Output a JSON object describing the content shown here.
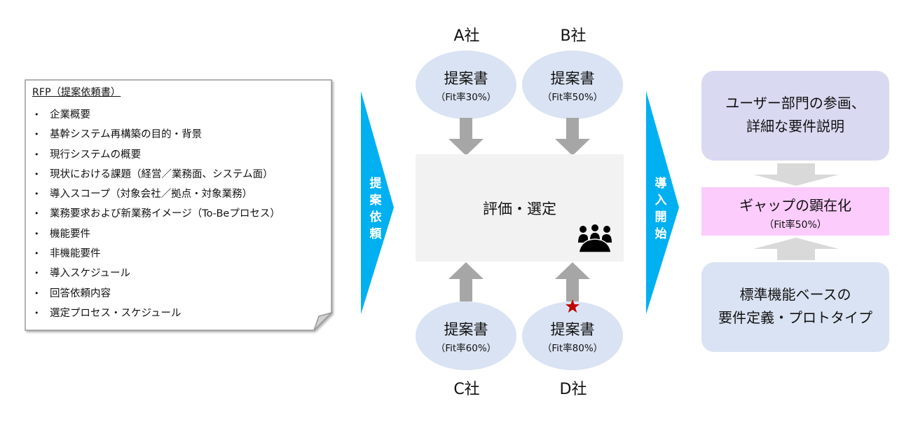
{
  "rfp": {
    "title": "RFP（提案依頼書）",
    "bullet": "•",
    "items": [
      "企業概要",
      "基幹システム再構築の目的・背景",
      "現行システムの概要",
      "現状における課題（経営／業務面、システム面）",
      "導入スコープ（対象会社／拠点・対象業務）",
      "業務要求および新業務イメージ（To-Beプロセス）",
      "機能要件",
      "非機能要件",
      "導入スケジュール",
      "回答依頼内容",
      "選定プロセス・スケジュール"
    ]
  },
  "chevron_request": {
    "chars": [
      "提",
      "案",
      "依",
      "頼"
    ],
    "color": "#00b0f0"
  },
  "chevron_start": {
    "chars": [
      "導",
      "入",
      "開",
      "始"
    ],
    "color": "#00b0f0"
  },
  "companies": [
    {
      "name": "A社",
      "doc": "提案書",
      "fit": "（Fit率30%）",
      "highlight": false
    },
    {
      "name": "B社",
      "doc": "提案書",
      "fit": "（Fit率50%）",
      "highlight": false
    },
    {
      "name": "C社",
      "doc": "提案書",
      "fit": "（Fit率60%）",
      "highlight": false
    },
    {
      "name": "D社",
      "doc": "提案書",
      "fit": "（Fit率80%）",
      "highlight": true
    }
  ],
  "evaluation": {
    "label": "評価・選定",
    "icon": "meeting-group-icon"
  },
  "right": {
    "user_box": {
      "line1": "ユーザー部門の参画、",
      "line2": "詳細な要件説明",
      "color": "#d9d9f2"
    },
    "gap_box": {
      "line1": "ギャップの顕在化",
      "line2": "（Fit率50%）",
      "color": "#fcccfc"
    },
    "standard_box": {
      "line1": "標準機能ベースの",
      "line2": "要件定義・プロトタイプ",
      "color": "#dae3f3"
    }
  },
  "colors": {
    "arrow_gray": "#a6a6a6",
    "star": "#c00000",
    "ellipse": "#dae3f3",
    "eval_bg": "#f2f2f2"
  }
}
